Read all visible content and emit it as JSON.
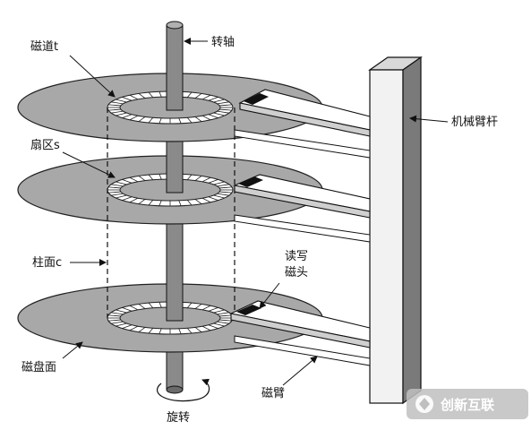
{
  "labels": {
    "spindle": "转轴",
    "track": "磁道t",
    "sector": "扇区s",
    "cylinder": "柱面c",
    "rw_head_line1": "读写",
    "rw_head_line2": "磁头",
    "platter": "磁盘面",
    "actuator_arm": "机械臂杆",
    "arm": "磁臂",
    "rotation": "旋转"
  },
  "watermark": "创新互联",
  "colors": {
    "platter_fill": "#a8a8a8",
    "platter_stroke": "#202020",
    "ring_fill": "#ffffff",
    "column_fill": "#8a8a8a",
    "column_face": "#f2f2f2",
    "head_fill": "#111111",
    "watermark_bg": "#bfbfbf"
  }
}
